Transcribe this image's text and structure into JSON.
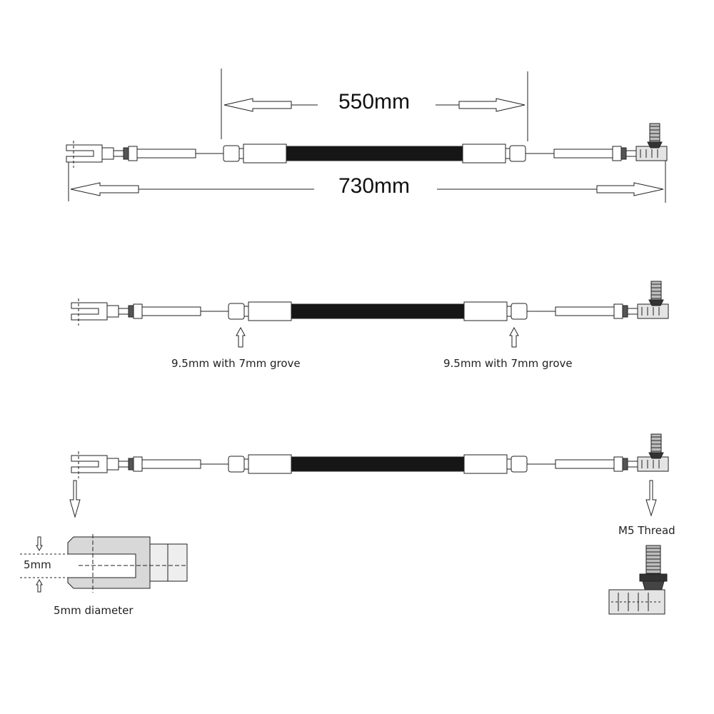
{
  "dimensions": {
    "inner_length": "550mm",
    "overall_length": "730mm"
  },
  "callouts": {
    "groove_left": "9.5mm with 7mm grove",
    "groove_right": "9.5mm with 7mm grove",
    "fork_opening": "5mm",
    "pin_diameter": "5mm diameter",
    "thread": "M5 Thread"
  },
  "colors": {
    "line": "#222222",
    "cable_jacket": "#161616",
    "fitting_fill": "#ffffff",
    "hex_cap": "#555555",
    "fork_shade": "#d8d8d8",
    "swivel_fill": "#e4e4e4"
  },
  "rows": [
    "cable-row-top",
    "cable-row-middle",
    "cable-row-bottom"
  ]
}
